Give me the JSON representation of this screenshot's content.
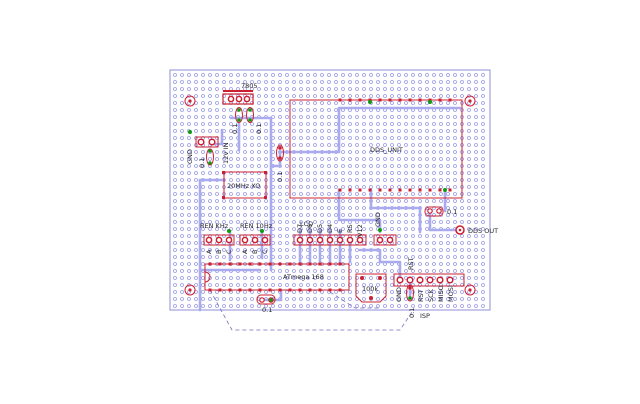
{
  "colors": {
    "board_border": "#8f8fd8",
    "hole": "#9a9ae6",
    "trace": "#aaaaee",
    "part": "#cc2030",
    "part_fill": "#ffffff",
    "pad": "#cc2030",
    "via": "#119911",
    "label": "#1e1e2a",
    "dashed": "#7070c0"
  },
  "labels": {
    "reg": "7805",
    "reg_cap1": "0.1",
    "reg_cap2": "0.1",
    "gnd_left": "GND",
    "v12_in": "12V IN",
    "cap_left": "0.1",
    "cap_mid": "0.1",
    "xo": "20MHz XO",
    "dds_unit": "DDS_UNIT",
    "cap_right": "0.1",
    "dds_out": "DDS OUT",
    "ren_khz": "REN KHz",
    "ren_10hz": "REN 10Hz",
    "lcd": "LCD",
    "gnd_mid": "GND",
    "atmega": "ATmega 168",
    "pot": "100k",
    "cap_bottom": "0.1",
    "cap_isp": "0.1",
    "isp": "ISP",
    "rst": "RST",
    "sck": "SCK",
    "miso": "MISO",
    "mosi": "MOSI",
    "gnd_isp": "GND",
    "v12_small": "V12",
    "rs_small": "RS",
    "lcd_pins": [
      "D7",
      "D6",
      "D5",
      "D4",
      "E"
    ],
    "ren_pins": [
      "A",
      "B",
      "C",
      "A",
      "B",
      "C"
    ]
  }
}
